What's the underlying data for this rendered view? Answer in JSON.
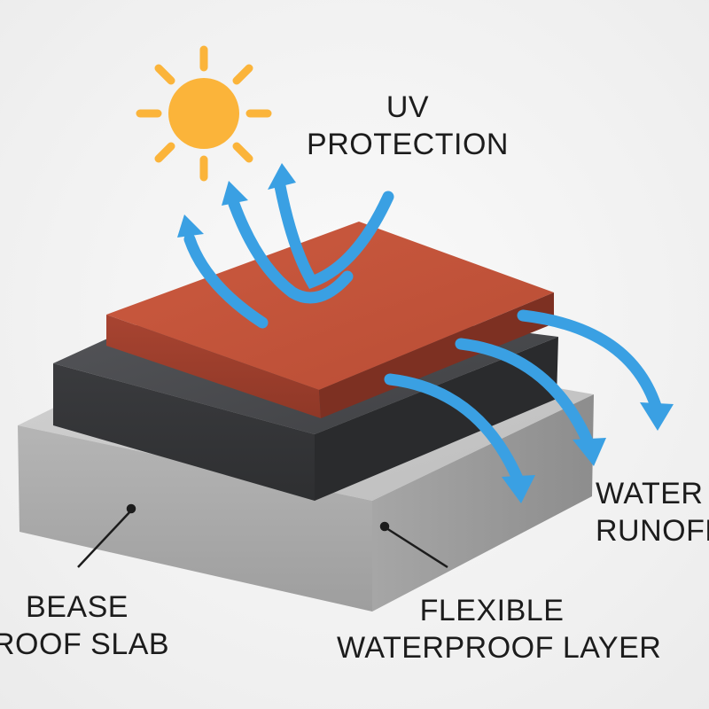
{
  "labels": {
    "uv": {
      "line1": "UV",
      "line2": "PROTECTION"
    },
    "water": {
      "line1": "WATER",
      "line2": "RUNOFF"
    },
    "base": {
      "line1": "BEASE",
      "line2": "ROOF SLAB"
    },
    "flexible": {
      "line1": "FLEXIBLE",
      "line2": "WATERPROOF LAYER"
    }
  },
  "colors": {
    "sun": "#fbb43a",
    "arrow": "#3aa0e3",
    "top_layer": "#c5553c",
    "middle_layer": "#4a4b4e",
    "base_layer": "#b9b9b9",
    "leader_line": "#1c1c1c"
  },
  "icons": {
    "sun": "sun-icon",
    "arrows": "arrow-icon"
  }
}
